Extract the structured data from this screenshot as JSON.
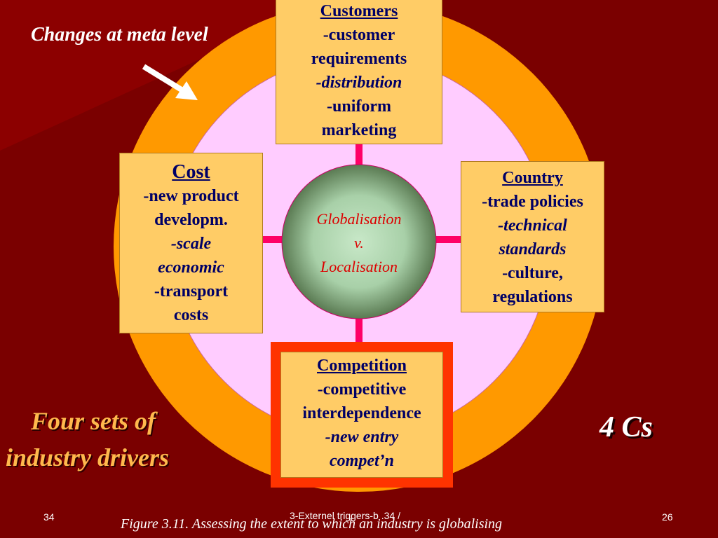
{
  "slide": {
    "meta_label": "Changes at meta level",
    "center": {
      "line1": "Globalisation",
      "line2": "v.",
      "line3": "Localisation"
    },
    "customers": {
      "heading": "Customers",
      "lines": [
        "-customer",
        "requirements",
        "-distribution",
        "-uniform",
        "marketing"
      ]
    },
    "cost": {
      "heading": "Cost",
      "lines": [
        "-new product",
        "developm.",
        "-scale",
        "economic",
        "-transport",
        "costs"
      ]
    },
    "country": {
      "heading": "Country",
      "lines": [
        "-trade policies",
        "-technical",
        "standards",
        "-culture,",
        "regulations"
      ]
    },
    "competition": {
      "heading": "Competition",
      "lines": [
        "-competitive",
        "interdependence",
        "-new entry",
        "compet’n"
      ]
    },
    "drivers_line1": "Four sets of",
    "drivers_line2": "industry drivers",
    "four_cs": "4 Cs",
    "footer_left": "34",
    "footer_center": "3-Externel triggers-b .34 /",
    "footer_right": "26",
    "caption": "Figure 3.11. Assessing the extent to which an industry is globalising"
  },
  "colors": {
    "background": "#7a0000",
    "ring": "#ff9900",
    "inner_disc": "#ffccff",
    "box_fill": "#ffcc66",
    "connector": "#ff0066",
    "highlight_frame": "#ff3300",
    "heading_text": "#000066",
    "center_text": "#dd0000",
    "drivers_text": "#ffb84d"
  }
}
